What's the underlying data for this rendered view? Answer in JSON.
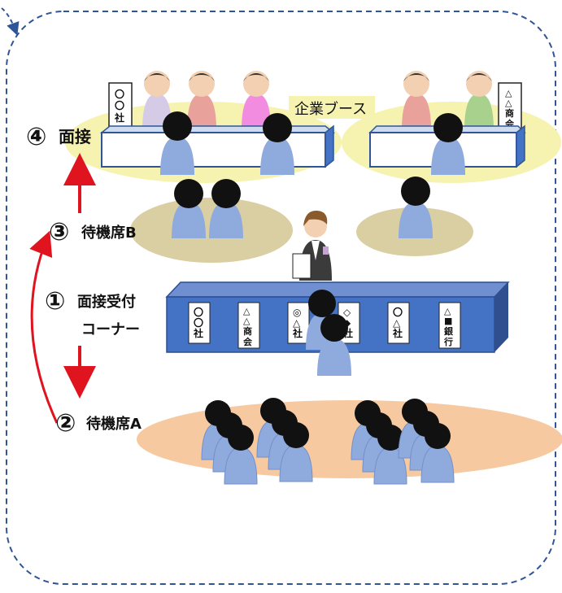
{
  "steps": {
    "s1_num": "①",
    "s1_line1": "面接受付",
    "s1_line2": "コーナー",
    "s2_num": "②",
    "s2_text": "待機席A",
    "s3_num": "③",
    "s3_text": "待機席B",
    "s4_num": "④",
    "s4_text": "面接"
  },
  "booth_area_label": "企業ブース",
  "booth_signs": {
    "left": [
      "〇",
      "〇",
      "社"
    ],
    "right": [
      "△",
      "△",
      "商",
      "会"
    ]
  },
  "reception_signs": [
    [
      "〇",
      "〇",
      "社"
    ],
    [
      "△",
      "△",
      "商",
      "会"
    ],
    [
      "◎",
      "△",
      "社"
    ],
    [
      "◇",
      "◆",
      "社"
    ],
    [
      "〇",
      "△",
      "社"
    ],
    [
      "△",
      "■",
      "銀",
      "行"
    ]
  ],
  "colors": {
    "border": "#2f5597",
    "arrow": "#e0141e",
    "table_blue": "#4472c4",
    "table_dark": "#2f4f8f",
    "yellow_area": "#f6f3b0",
    "gray_area": "#d9cfa2",
    "peach_area": "#f6c9a0",
    "person_back": "#8faadc",
    "staff_shirt": "#c9a2d4",
    "staff_pink": "#e8a19b",
    "staff_magenta": "#f28ce0",
    "staff_green": "#a9d18e"
  }
}
